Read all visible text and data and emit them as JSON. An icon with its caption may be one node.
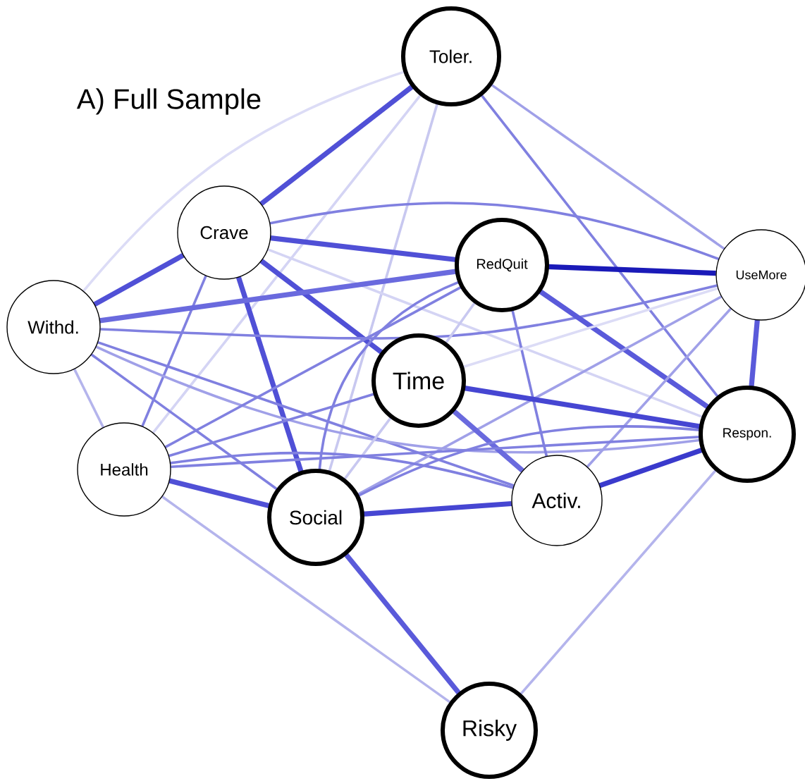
{
  "diagram": {
    "title": "A) Full Sample",
    "nodes": [
      {
        "text": [
          "Toler."
        ]
      },
      {
        "text": [
          "Crave"
        ]
      },
      {
        "text": [
          "Withd."
        ]
      },
      {
        "text": [
          "RedQuit"
        ]
      },
      {
        "text": [
          "UseMore"
        ]
      },
      {
        "text": [
          "Time"
        ]
      },
      {
        "text": [
          "Respon."
        ]
      },
      {
        "text": [
          "Health"
        ]
      },
      {
        "text": [
          "Social"
        ]
      },
      {
        "text": [
          "Activ."
        ]
      },
      {
        "text": [
          "Risky"
        ]
      }
    ],
    "edges": [
      {
        "from": 0,
        "to": 1,
        "arrow": "none",
        "style": "thick",
        "color": "#5050d6"
      },
      {
        "from": 0,
        "to": 2,
        "arrow": "none",
        "color": "#dcdcf6"
      },
      {
        "from": 0,
        "to": 8,
        "arrow": "none",
        "color": "#c8c8f0"
      },
      {
        "from": 0,
        "to": 7,
        "arrow": "none",
        "color": "#d4d4f4"
      },
      {
        "from": 0,
        "to": 6,
        "arrow": "none"
      },
      {
        "from": 0,
        "to": 4,
        "arrow": "none",
        "color": "#a0a0e8"
      },
      {
        "from": 1,
        "to": 3,
        "arrow": "none",
        "style": "thick",
        "color": "#5050d6"
      },
      {
        "from": 1,
        "to": 4,
        "arrow": "none"
      },
      {
        "from": 1,
        "to": 5,
        "arrow": "none",
        "style": "thick",
        "color": "#5050d6"
      },
      {
        "from": 1,
        "to": 8,
        "arrow": "none",
        "style": "thick",
        "color": "#5050d6"
      },
      {
        "from": 1,
        "to": 7,
        "arrow": "none"
      },
      {
        "from": 1,
        "to": 2,
        "arrow": "none",
        "style": "thick",
        "color": "#5050d6"
      },
      {
        "from": 1,
        "to": 6,
        "arrow": "none",
        "color": "#d4d4f4"
      },
      {
        "from": 2,
        "to": 3,
        "arrow": "none",
        "style": "thick",
        "color": "#6a6ade"
      },
      {
        "from": 2,
        "to": 4,
        "arrow": "none"
      },
      {
        "from": 2,
        "to": 9,
        "arrow": "none"
      },
      {
        "from": 2,
        "to": 8,
        "arrow": "none"
      },
      {
        "from": 2,
        "to": 7,
        "arrow": "none",
        "color": "#b4b4ec"
      },
      {
        "from": 2,
        "to": 6,
        "arrow": "none",
        "color": "#a0a0e8"
      },
      {
        "from": 3,
        "to": 4,
        "arrow": "none",
        "style": "thick",
        "color": "#1a1ab8"
      },
      {
        "from": 3,
        "to": 6,
        "arrow": "none",
        "style": "thick",
        "color": "#5a5ada"
      },
      {
        "from": 3,
        "to": 9,
        "arrow": "none"
      },
      {
        "from": 3,
        "to": 8,
        "arrow": "none"
      },
      {
        "from": 3,
        "to": 7,
        "arrow": "none"
      },
      {
        "from": 3,
        "to": 5,
        "arrow": "none",
        "color": "#c8c8f0"
      },
      {
        "from": 4,
        "to": 6,
        "arrow": "none",
        "style": "thick",
        "color": "#5a5ada"
      },
      {
        "from": 4,
        "to": 8,
        "arrow": "none",
        "color": "#a0a0e8"
      },
      {
        "from": 4,
        "to": 9,
        "arrow": "none",
        "color": "#a0a0e8"
      },
      {
        "from": 4,
        "to": 5,
        "arrow": "none",
        "color": "#dcdcf6"
      },
      {
        "from": 5,
        "to": 6,
        "arrow": "none",
        "style": "thick",
        "color": "#4646d2"
      },
      {
        "from": 5,
        "to": 9,
        "arrow": "none",
        "style": "thick",
        "color": "#6a6ade"
      },
      {
        "from": 5,
        "to": 7,
        "arrow": "none"
      },
      {
        "from": 5,
        "to": 8,
        "arrow": "none",
        "color": "#c8c8f0"
      },
      {
        "from": 6,
        "to": 9,
        "arrow": "none",
        "style": "thick",
        "color": "#3a3acc"
      },
      {
        "from": 6,
        "to": 7,
        "arrow": "none"
      },
      {
        "from": 6,
        "to": 8,
        "arrow": "none"
      },
      {
        "from": 6,
        "to": 10,
        "arrow": "none",
        "color": "#b4b4ec"
      },
      {
        "from": 7,
        "to": 8,
        "arrow": "none",
        "style": "thick",
        "color": "#5050d6"
      },
      {
        "from": 7,
        "to": 9,
        "arrow": "none"
      },
      {
        "from": 7,
        "to": 10,
        "arrow": "none",
        "color": "#b4b4ec"
      },
      {
        "from": 8,
        "to": 9,
        "arrow": "none",
        "style": "thick",
        "color": "#4646d2"
      },
      {
        "from": 8,
        "to": 10,
        "arrow": "none",
        "style": "thick",
        "color": "#5a5ada"
      }
    ]
  }
}
